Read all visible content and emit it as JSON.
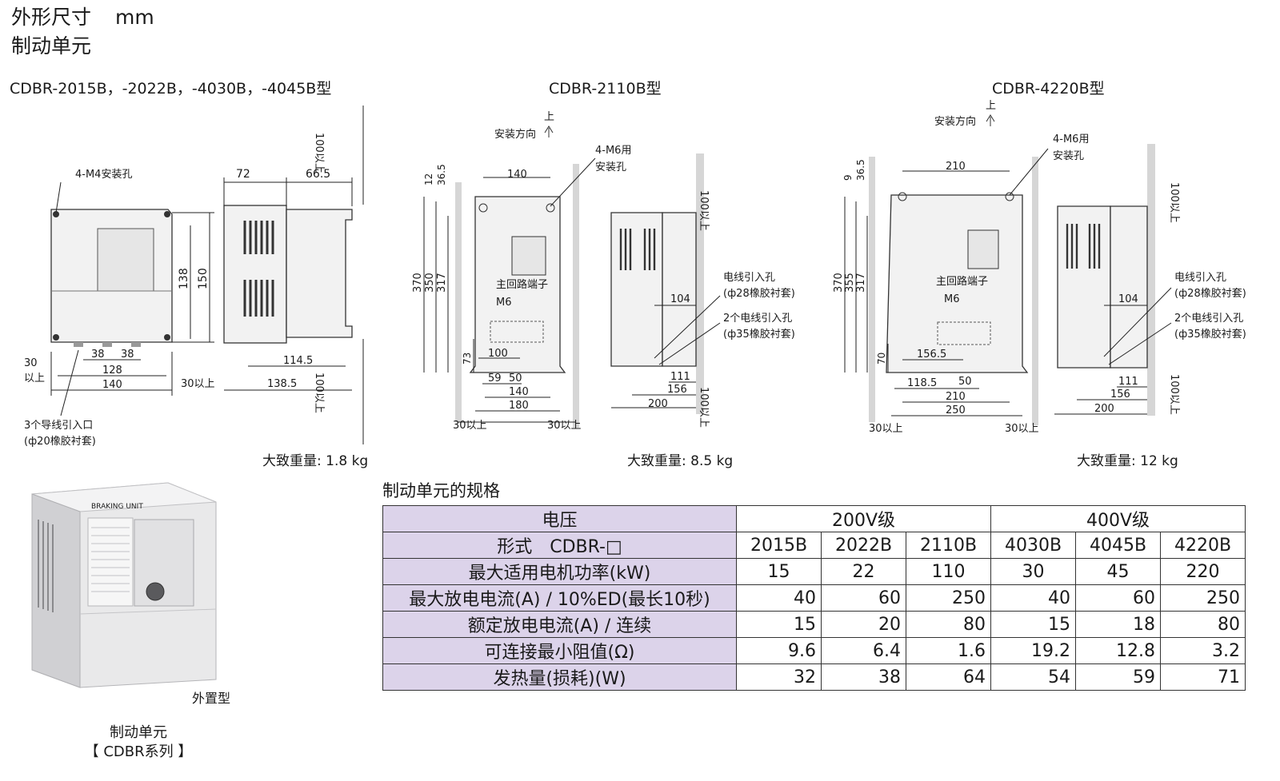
{
  "header": {
    "title": "外形尺寸",
    "unit": "mm",
    "subtitle": "制动单元"
  },
  "drawings": [
    {
      "caption": "CDBR-2015B，-2022B，-4030B，-4045B型",
      "weight": "大致重量: 1.8 kg",
      "labels": {
        "hole": "4-M4安装孔",
        "entry1": "3个导线引入口",
        "entry2": "(ф20橡胶衬套)",
        "clear_side_a": "30",
        "clear_side_b": "以上",
        "clear_right": "30以上",
        "clear_top": "100以上",
        "clear_bottom": "100以上"
      },
      "dims": {
        "d72": "72",
        "d665": "66.5",
        "d138": "138",
        "d150": "150",
        "d38a": "38",
        "d38b": "38",
        "d128": "128",
        "d140": "140",
        "d1145": "114.5",
        "d1385": "138.5"
      }
    },
    {
      "caption": "CDBR-2110B型",
      "weight": "大致重量: 8.5 kg",
      "labels": {
        "up": "上",
        "direction": "安装方向",
        "hole1": "4-M6用",
        "hole2": "安装孔",
        "terminal": "主回路端子",
        "m6": "M6",
        "wire1": "电线引入孔",
        "wire1b": "(ф28橡胶衬套)",
        "wire2": "2个电线引入孔",
        "wire2b": "(ф35橡胶衬套)",
        "clear_left": "30以上",
        "clear_right": "30以上",
        "clear_top": "100以上",
        "clear_bottom": "100以上"
      },
      "dims": {
        "d12": "12",
        "d365": "36.5",
        "d140top": "140",
        "d370": "370",
        "d350": "350",
        "d317": "317",
        "d73": "73",
        "d100": "100",
        "d59": "59",
        "d50": "50",
        "d140": "140",
        "d180": "180",
        "d104": "104",
        "d111": "111",
        "d156": "156",
        "d200": "200"
      }
    },
    {
      "caption": "CDBR-4220B型",
      "weight": "大致重量: 12 kg",
      "labels": {
        "up": "上",
        "direction": "安装方向",
        "hole1": "4-M6用",
        "hole2": "安装孔",
        "terminal": "主回路端子",
        "m6": "M6",
        "wire1": "电线引入孔",
        "wire1b": "(ф28橡胶衬套)",
        "wire2": "2个电线引入孔",
        "wire2b": "(ф35橡胶衬套)",
        "clear_left": "30以上",
        "clear_right": "30以上",
        "clear_top": "100以上",
        "clear_bottom": "100以上"
      },
      "dims": {
        "d9": "9",
        "d365": "36.5",
        "d210top": "210",
        "d370": "370",
        "d355": "355",
        "d317": "317",
        "d70": "70",
        "d1565": "156.5",
        "d1185": "118.5",
        "d50": "50",
        "d210": "210",
        "d250": "250",
        "d104": "104",
        "d111": "111",
        "d156": "156",
        "d200": "200"
      }
    }
  ],
  "photo": {
    "brand_text": "BRAKING UNIT",
    "type_caption": "外置型",
    "name": "制动单元",
    "series": "【 CDBR系列 】"
  },
  "spec": {
    "title": "制动单元的规格",
    "voltage_label": "电压",
    "class200": "200V级",
    "class400": "400V级",
    "model_label": "形式　CDBR-□",
    "models": [
      "2015B",
      "2022B",
      "2110B",
      "4030B",
      "4045B",
      "4220B"
    ],
    "rows": [
      {
        "label": "最大适用电机功率(kW)",
        "align": "c",
        "values": [
          "15",
          "22",
          "110",
          "30",
          "45",
          "220"
        ]
      },
      {
        "label": "最大放电电流(A) / 10%ED(最长10秒)",
        "align": "n",
        "values": [
          "40",
          "60",
          "250",
          "40",
          "60",
          "250"
        ]
      },
      {
        "label": "额定放电电流(A) / 连续",
        "align": "n",
        "values": [
          "15",
          "20",
          "80",
          "15",
          "18",
          "80"
        ]
      },
      {
        "label": "可连接最小阻值(Ω)",
        "align": "n",
        "values": [
          "9.6",
          "6.4",
          "1.6",
          "19.2",
          "12.8",
          "3.2"
        ]
      },
      {
        "label": "发热量(损耗)(W)",
        "align": "n",
        "values": [
          "32",
          "38",
          "64",
          "54",
          "59",
          "71"
        ]
      }
    ]
  }
}
